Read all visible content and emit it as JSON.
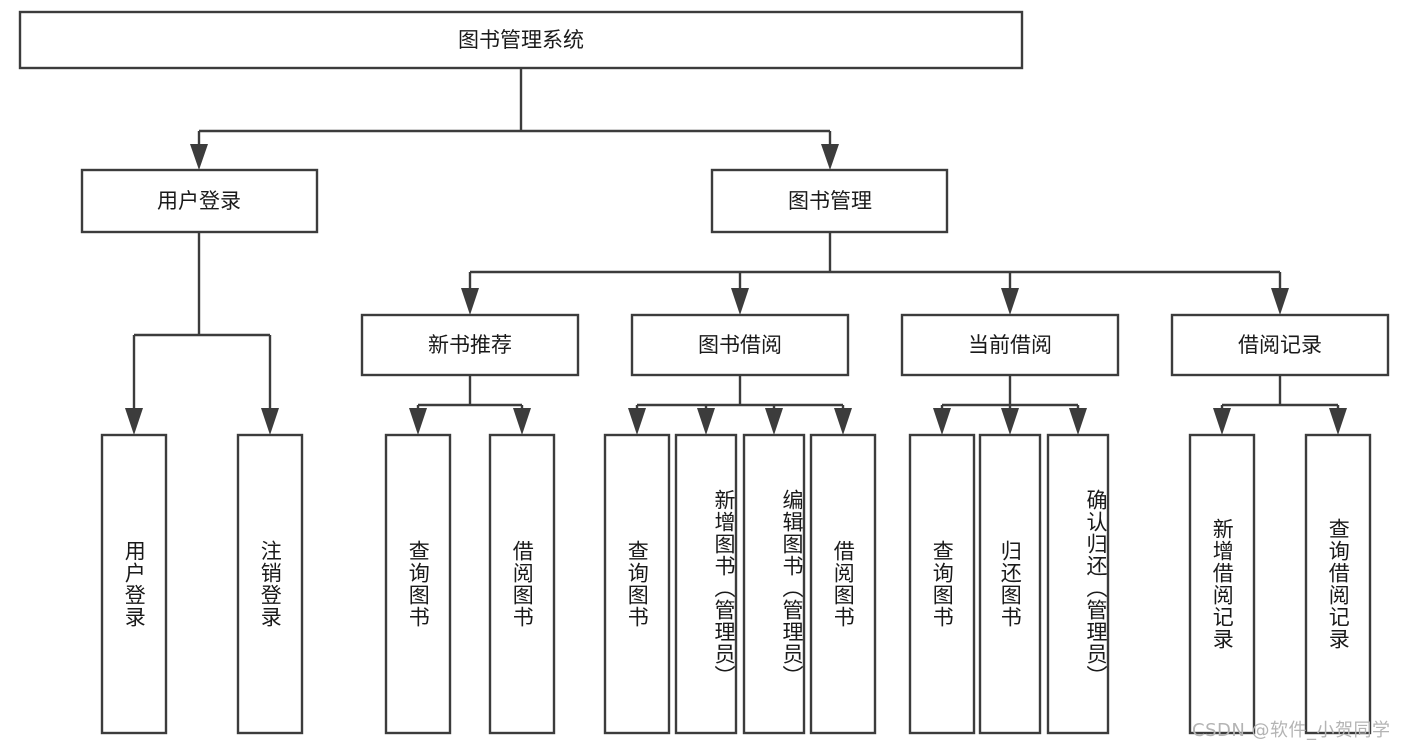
{
  "diagram": {
    "type": "tree-hierarchy",
    "title_node": {
      "label": "图书管理系统"
    },
    "colors": {
      "box_stroke": "#3c3c3c",
      "box_fill": "#ffffff",
      "text": "#1a1a1a",
      "connector": "#3c3c3c",
      "watermark": "#b4b4b4",
      "background": "#ffffff"
    },
    "level2": [
      {
        "label": "用户登录"
      },
      {
        "label": "图书管理"
      }
    ],
    "level3": [
      {
        "label": "新书推荐"
      },
      {
        "label": "图书借阅"
      },
      {
        "label": "当前借阅"
      },
      {
        "label": "借阅记录"
      }
    ],
    "leaves": {
      "user_login": [
        {
          "label": "用户登录"
        },
        {
          "label": "注销登录"
        }
      ],
      "new_book_recommend": [
        {
          "label": "查询图书"
        },
        {
          "label": "借阅图书"
        }
      ],
      "book_borrow": [
        {
          "label": "查询图书"
        },
        {
          "label": "新增图书（管理员）"
        },
        {
          "label": "编辑图书（管理员）"
        },
        {
          "label": "借阅图书"
        }
      ],
      "current_borrow": [
        {
          "label": "查询图书"
        },
        {
          "label": "归还图书"
        },
        {
          "label": "确认归还（管理员）"
        }
      ],
      "borrow_record": [
        {
          "label": "新增借阅记录"
        },
        {
          "label": "查询借阅记录"
        }
      ]
    }
  },
  "watermark": {
    "text": "CSDN @软件_小贺同学"
  }
}
